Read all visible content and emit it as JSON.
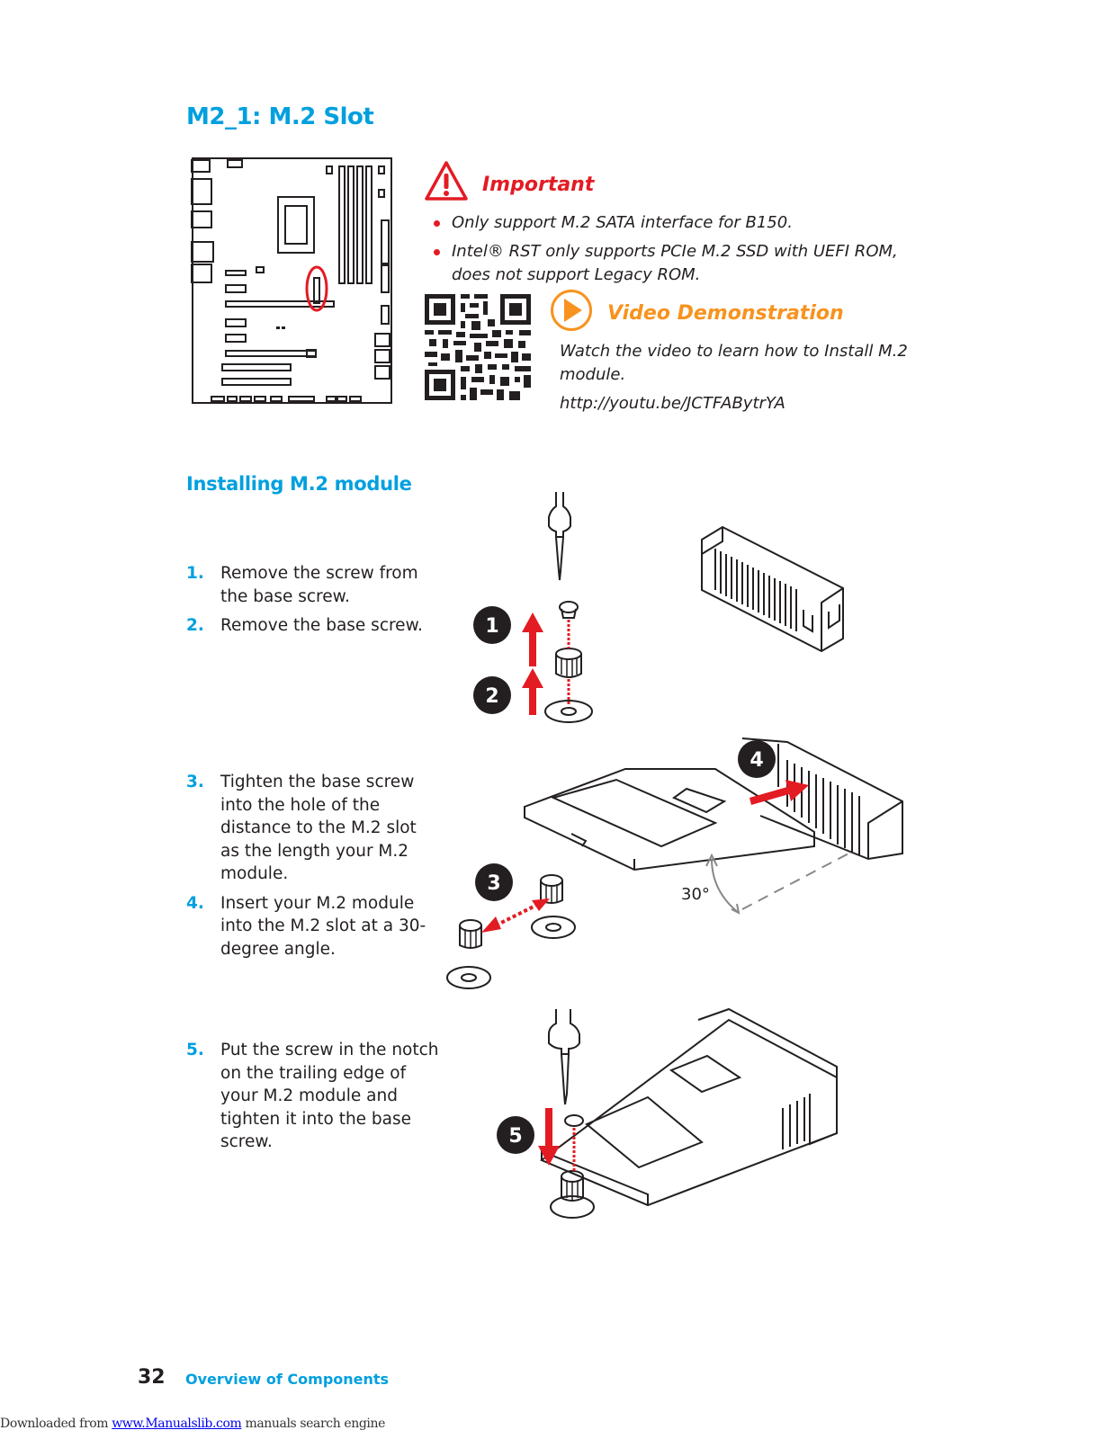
{
  "page": {
    "title": "M2_1: M.2 Slot",
    "section_title": "Installing M.2 module"
  },
  "important": {
    "title": "Important",
    "bullets": [
      "Only support M.2 SATA interface for B150.",
      "Intel® RST only supports PCIe M.2 SSD with UEFI ROM, does not support Legacy ROM."
    ]
  },
  "video": {
    "title": "Video Demonstration",
    "text": "Watch the video to learn how to Install M.2 module.",
    "url": "http://youtu.be/JCTFABytrYA"
  },
  "steps": [
    {
      "num": "1.",
      "text": "Remove the screw from the base screw."
    },
    {
      "num": "2.",
      "text": "Remove the base screw."
    },
    {
      "num": "3.",
      "text": "Tighten the base screw into the hole of the distance to the M.2 slot as the length your M.2 module."
    },
    {
      "num": "4.",
      "text": "Insert your M.2 module into the M.2 slot at a 30-degree angle."
    },
    {
      "num": "5.",
      "text": "Put the screw in the notch on the trailing edge of your M.2 module and tighten it into the base screw."
    }
  ],
  "diagram": {
    "badges": [
      "1",
      "2",
      "3",
      "4",
      "5"
    ],
    "angle_label": "30°"
  },
  "footer": {
    "page_number": "32",
    "section": "Overview of Components"
  },
  "download": {
    "prefix": "Downloaded from ",
    "link": "www.Manualslib.com",
    "suffix": " manuals search engine"
  },
  "colors": {
    "accent_blue": "#00a0df",
    "important_red": "#e31b23",
    "video_orange": "#f7931e"
  }
}
